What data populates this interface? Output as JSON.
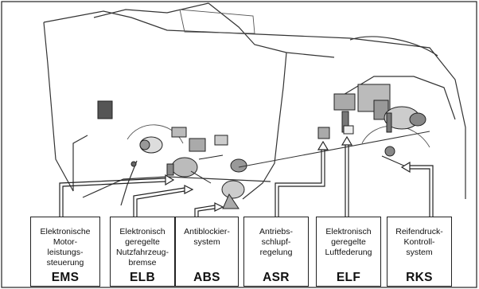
{
  "systems": [
    {
      "description": "Elektronische\nMotor-\nleistungs-\nsteuerung",
      "abbreviation": "EMS"
    },
    {
      "description": "Elektronisch\ngeregelte\nNutzfahrzeug-\nbremse",
      "abbreviation": "ELB"
    },
    {
      "description": "Antiblockier-\nsystem",
      "abbreviation": "ABS"
    },
    {
      "description": "Antriebs-\nschlupf-\nregelung",
      "abbreviation": "ASR"
    },
    {
      "description": "Elektronisch\ngeregelte\nLuftfederung",
      "abbreviation": "ELF"
    },
    {
      "description": "Reifendruck-\nKontroll-\nsystem",
      "abbreviation": "RKS"
    }
  ]
}
